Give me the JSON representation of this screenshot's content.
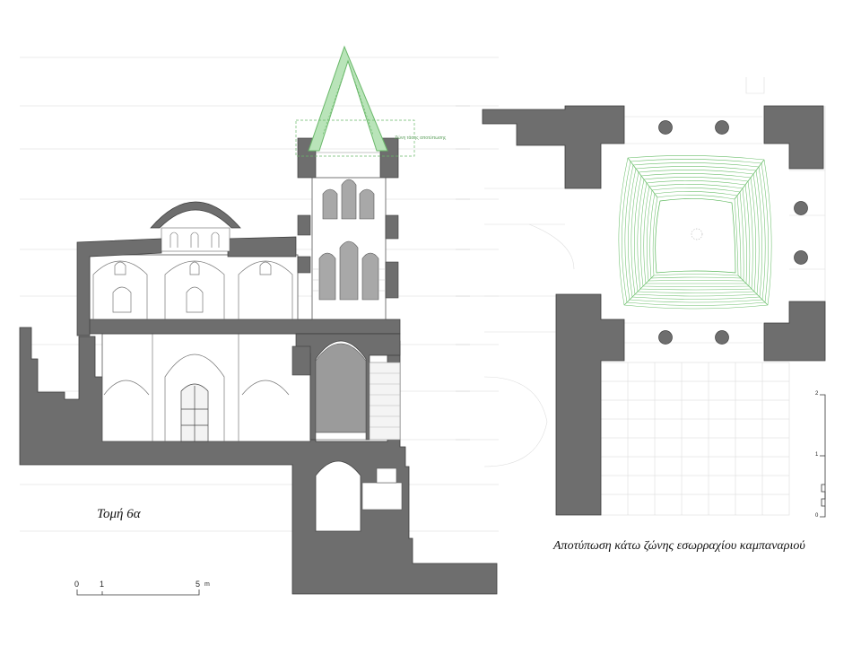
{
  "section": {
    "caption": "Τομή 6α",
    "scale_bar": {
      "labels": [
        "0",
        "1",
        "5"
      ],
      "unit": "m"
    },
    "reconstruction_note": "Ζώνη τάσης αποτύπωσης"
  },
  "plan": {
    "caption": "Αποτύπωση κάτω ζώνης εσωρραχίου καμπαναριού",
    "scale_labels": [
      "2",
      "1",
      "0"
    ]
  },
  "colors": {
    "wall_fill": "#6e6e6e",
    "wall_stroke": "#3c3c3c",
    "line": "#8a8a8a",
    "reconstruction_green": "#7ec97e",
    "contour_green": "#5bb85b",
    "background": "#ffffff"
  }
}
